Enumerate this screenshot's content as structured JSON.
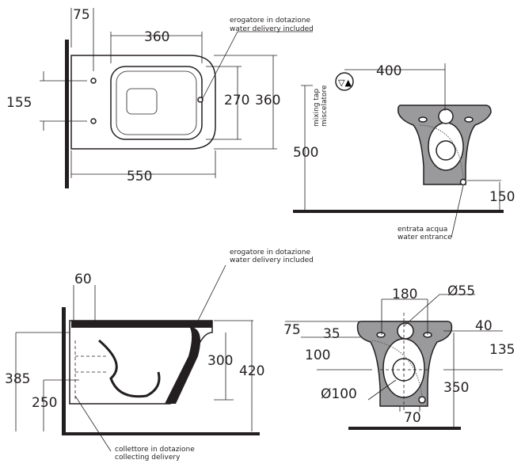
{
  "top_view": {
    "dims": {
      "bracket_offset": "75",
      "seat_width": "360",
      "fixing_spacing": "155",
      "seat_depth": "270",
      "total_width": "360",
      "total_length": "550"
    },
    "callout": {
      "line1": "erogatore in dotazione",
      "line2": "water delivery included"
    }
  },
  "front_view_tap": {
    "dims": {
      "tap_offset": "400",
      "tap_height": "500",
      "inlet_height": "150"
    },
    "tap_label": {
      "line1": "mixing tap",
      "line2": "miscelatore"
    },
    "inlet_callout": {
      "line1": "entrata acqua",
      "line2": "water entrance"
    }
  },
  "side_view": {
    "dims": {
      "inlet_offset": "60",
      "outlet_height": "300",
      "rim_height": "420",
      "fixing_height": "385",
      "drain_height": "250"
    },
    "callout_top": {
      "line1": "erogatore in dotazione",
      "line2": "water delivery included"
    },
    "callout_bottom": {
      "line1": "collettore in dotazione",
      "line2": "collecting delivery"
    }
  },
  "rear_view": {
    "dims": {
      "fixing_spacing": "180",
      "inlet_diameter": "Ø55",
      "top_offset": "75",
      "inlet_offset": "35",
      "inlet_top": "40",
      "inlet_to_outlet": "135",
      "outlet_offset": "100",
      "outlet_height": "350",
      "outlet_diameter": "Ø100",
      "supply_offset": "70"
    }
  },
  "colors": {
    "ceramic": "#9a9a9c",
    "line": "#231f20"
  }
}
